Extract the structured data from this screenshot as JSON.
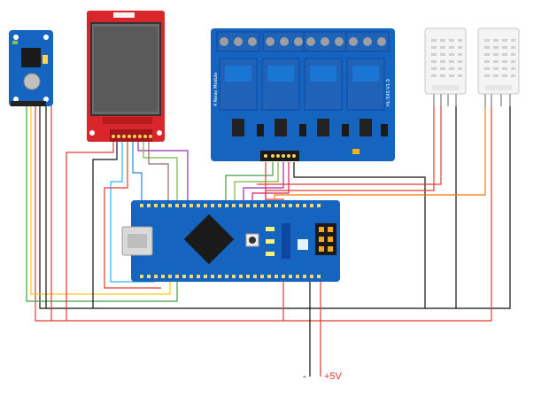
{
  "labels": {
    "gnd": "-",
    "vcc": "+5V",
    "relay_module_text": "4 Relay Module",
    "relay_model": "HL-54S V1.0"
  },
  "colors": {
    "pcb_blue": "#1565c0",
    "display_red": "#d8262a",
    "relay_cap": "#1e63b8",
    "sensor_white": "#f4f4f4",
    "wire_red": "#e53935",
    "wire_black": "#111111",
    "wire_green": "#43a047",
    "wire_lime": "#7cb342",
    "wire_yellow": "#f9c80e",
    "wire_purple": "#9c27b0",
    "wire_magenta": "#d81b60",
    "wire_cyan": "#29b6f6",
    "wire_blue": "#1e88e5",
    "wire_orange": "#f57c00",
    "wire_brown": "#8d6e63"
  },
  "components": [
    {
      "name": "rtc-module",
      "icon": "rtc-board"
    },
    {
      "name": "tft-display",
      "icon": "lcd-screen"
    },
    {
      "name": "relay-module",
      "icon": "relay-board",
      "relay_count": 4
    },
    {
      "name": "dht-sensor-1",
      "icon": "humidity-sensor"
    },
    {
      "name": "dht-sensor-2",
      "icon": "humidity-sensor"
    },
    {
      "name": "arduino-nano",
      "icon": "microcontroller"
    }
  ]
}
